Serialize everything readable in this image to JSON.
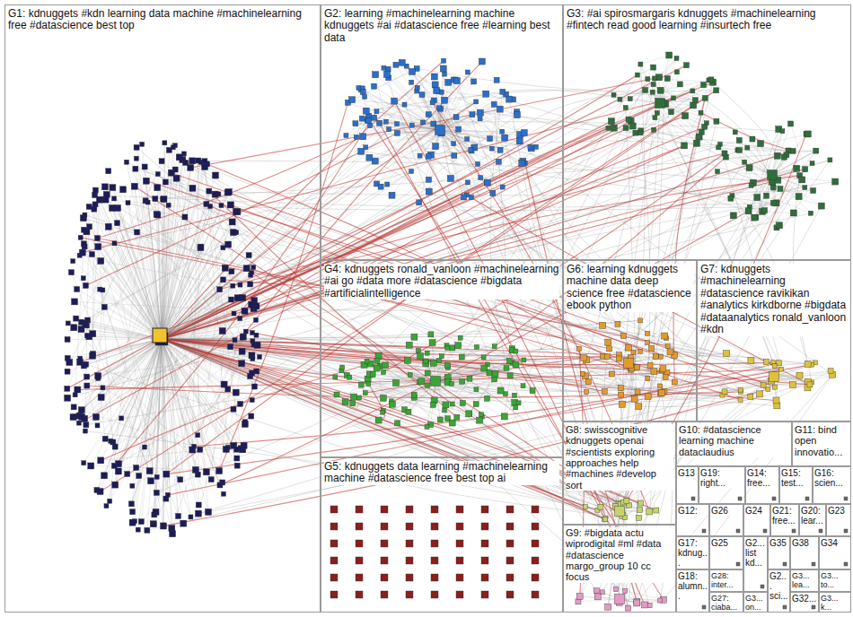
{
  "diagram": {
    "nodes": [
      {
        "text": [
          "G1: kdnuggets #kdn learning data machine #machinelearning free #datascience best top"
        ]
      },
      {
        "text": [
          "G2: learning #machinelearning machine kdnuggets #ai #datascience free #learning best data"
        ]
      },
      {
        "text": [
          "G3: #ai spirosmargaris kdnuggets #machinelearning #fintech read good learning #insurtech free"
        ]
      },
      {
        "text": [
          "G4: kdnuggets ronald_vanloon #machinelearning #ai go #data more #datascience #bigdata #artificialintelligence"
        ]
      },
      {
        "text": [
          "G6: learning kdnuggets machine data deep science free #datascience ebook python"
        ]
      },
      {
        "text": [
          "G7: kdnuggets #machinelearning #datascience ravikikan #analytics kirkdborne #bigdata #dataanalytics ronald_vanloon #kdn"
        ]
      },
      {
        "text": [
          "G5: kdnuggets data learning #machinelearning machine #datascience free best top ai"
        ]
      },
      {
        "text": [
          "G8: swisscognitive kdnuggets openai #scientists exploring approaches help #machines #develop sort"
        ]
      },
      {
        "text": [
          "G10: #datascience learning machine dataclaudius"
        ]
      },
      {
        "text": [
          "G11: bind open innovatio..."
        ]
      },
      {
        "text": [
          "G13"
        ]
      },
      {
        "text": [
          "G19: right..."
        ]
      },
      {
        "text": [
          "G14: free..."
        ]
      },
      {
        "text": [
          "G15: test..."
        ]
      },
      {
        "text": [
          "G16: scien..."
        ]
      },
      {
        "text": [
          "G9: #bigdata actu wiprodigital #ml #data #datascience margo_group 10 cc focus"
        ]
      },
      {
        "text": [
          "G12:"
        ]
      },
      {
        "text": [
          "G26"
        ]
      },
      {
        "text": [
          "G24"
        ]
      },
      {
        "text": [
          "G21: free..."
        ]
      },
      {
        "text": [
          "G20: lear..."
        ]
      },
      {
        "text": [
          "G23"
        ]
      },
      {
        "text": [
          "G17: kdnug..."
        ]
      },
      {
        "text": [
          "G25"
        ]
      },
      {
        "text": [
          "G2... list kd..."
        ]
      },
      {
        "text": [
          "G35"
        ]
      },
      {
        "text": [
          "G38"
        ]
      },
      {
        "text": [
          "G34"
        ]
      },
      {
        "text": [
          "G18: alumn..."
        ]
      },
      {
        "text": [
          "G28: inter..."
        ]
      },
      {
        "text": [
          "G3... lea..."
        ]
      },
      {
        "text": [
          "G3... to..."
        ]
      },
      {
        "text": [
          "G3... k..."
        ]
      },
      {
        "text": [
          "G27: ciaba..."
        ]
      },
      {
        "text": [
          "G3... on..."
        ]
      },
      {
        "text": [
          "G2... sci..."
        ]
      },
      {
        "text": [
          "G32..."
        ]
      }
    ]
  }
}
